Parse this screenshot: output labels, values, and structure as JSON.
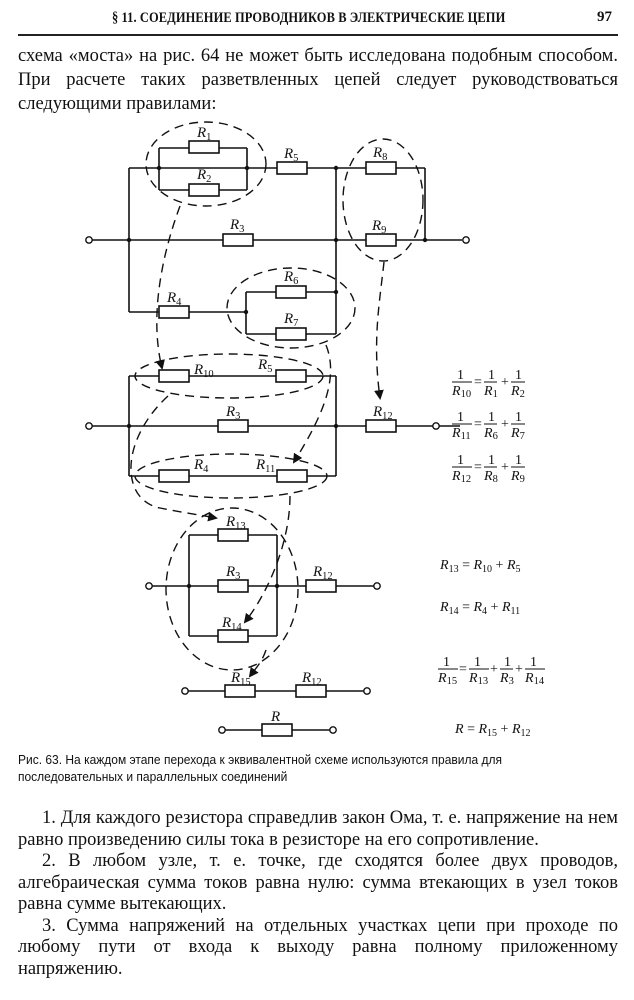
{
  "header": {
    "title": "§ 11. СОЕДИНЕНИЕ ПРОВОДНИКОВ В ЭЛЕКТРИЧЕСКИЕ ЦЕПИ",
    "page_number": "97"
  },
  "intro": {
    "text": "схема «моста» на рис. 64 не может быть исследована подобным способом. При расчете таких разветвленных цепей следует руководствоваться следующими правилами:"
  },
  "figure": {
    "stage1": {
      "resistors": [
        "R1",
        "R2",
        "R5",
        "R8",
        "R3",
        "R9",
        "R4",
        "R6",
        "R7"
      ]
    },
    "stage2": {
      "resistors": [
        "R10",
        "R5",
        "R3",
        "R12",
        "R4",
        "R11"
      ]
    },
    "stage3": {
      "resistors": [
        "R13",
        "R3",
        "R12",
        "R14"
      ]
    },
    "stage4": {
      "resistors": [
        "R15",
        "R12"
      ]
    },
    "stage5": {
      "resistors": [
        "R"
      ]
    },
    "equations": [
      "1/R10 = 1/R1 + 1/R2",
      "1/R11 = 1/R6 + 1/R7",
      "1/R12 = 1/R8 + 1/R9",
      "R13 = R10 + R5",
      "R14 = R4 + R11",
      "1/R15 = 1/R13 + 1/R3 + 1/R14",
      "R = R15 + R12"
    ]
  },
  "caption": "Рис. 63. На каждом этапе перехода к эквивалентной схеме используются правила для последовательных и параллельных соединений",
  "rules": [
    "1. Для каждого резистора справедлив закон Ома, т. е. напряжение на нем равно произведению силы тока в резисторе на его сопротивление.",
    "2. В любом узле, т. е. точке, где сходятся более двух проводов, алгебраическая сумма токов равна нулю: сумма втекающих в узел токов равна сумме вытекающих.",
    "3. Сумма напряжений на отдельных участках цепи при проходе по любому пути от входа к выходу равна полному приложенному напряжению."
  ]
}
